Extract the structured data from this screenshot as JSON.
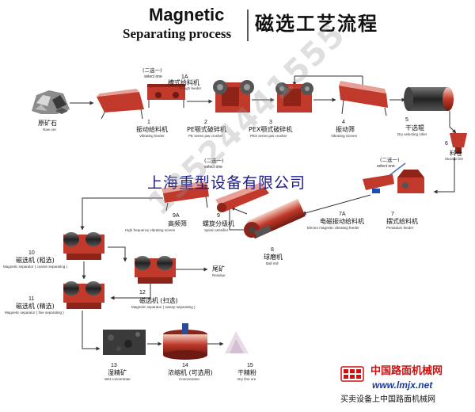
{
  "title": {
    "line1": "Magnetic",
    "line2": "Separating process",
    "cn": "磁选工艺流程"
  },
  "select_one": {
    "cn": "(二选一)",
    "en": "select one"
  },
  "equipment": [
    {
      "num": "1A",
      "cn": "槽式给料机",
      "en": "Trough feeder"
    },
    {
      "num": "1",
      "cn": "振动给料机",
      "en": "Vibrating feeder"
    },
    {
      "num": "2",
      "cn": "PE颚式破碎机",
      "en": "PE series jaw crusher"
    },
    {
      "num": "3",
      "cn": "PEX颚式破碎机",
      "en": "PEX series jaw crusher"
    },
    {
      "num": "4",
      "cn": "振动筛",
      "en": "Vibrating Screen"
    },
    {
      "num": "5",
      "cn": "干选辊",
      "en": "Dry selecting roller"
    },
    {
      "num": "6",
      "cn": "料仓",
      "en": "Storage bin"
    },
    {
      "num": "7",
      "cn": "摆式给料机",
      "en": "Pendulum feeder"
    },
    {
      "num": "7A",
      "cn": "电磁振动给料机",
      "en": "Electro magnetic vibrating feeder"
    },
    {
      "num": "8",
      "cn": "球磨机",
      "en": "Ball mill"
    },
    {
      "num": "9",
      "cn": "螺旋分级机",
      "en": "Spiral calssifier"
    },
    {
      "num": "9A",
      "cn": "高频筛",
      "en": "High frequency vibrating screen"
    },
    {
      "num": "10",
      "cn": "磁选机 (粗选)",
      "en": "Magnetic separator ( coarse separating )"
    },
    {
      "num": "11",
      "cn": "磁选机 (精选)",
      "en": "Magnetic separator ( fine separating )"
    },
    {
      "num": "12",
      "cn": "磁选机 (扫选)",
      "en": "Magnetic separator ( sweep separating )"
    },
    {
      "num": "13",
      "cn": "湿精矿",
      "en": "Wet concentrate"
    },
    {
      "num": "14",
      "cn": "浓缩机 (可选用)",
      "en": "Concentrator"
    },
    {
      "num": "15",
      "cn": "干精粉",
      "en": "Dry fine ore"
    }
  ],
  "raw_ore": {
    "cn": "原矿石",
    "en": "Raw ore"
  },
  "residue": {
    "cn": "尾矿",
    "en": "Residue"
  },
  "watermark": {
    "company": "上海重型设备有限公司",
    "phone": "13524441555"
  },
  "brand": {
    "cn": "中国路面机械网",
    "url": "www.lmjx.net",
    "footer": "买卖设备上中国路面机械网"
  },
  "colors": {
    "machine_red": "#c0392b",
    "line": "#333333",
    "arrow_blue": "#4a6fb5",
    "company_blue": "#1a1a8a",
    "brand_red": "#cc1111",
    "brand_blue": "#1a3a9a"
  }
}
